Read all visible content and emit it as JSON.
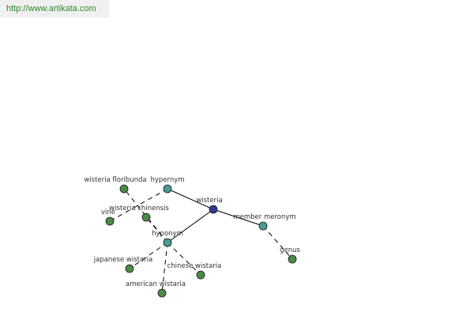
{
  "site_url": "http://www.artikata.com",
  "graph": {
    "center": "wisteria",
    "colors": {
      "center": "#2d3a8c",
      "relation": "#4a9a96",
      "term": "#4a8a45",
      "edge": "#000000",
      "node_stroke": "#1a1a1a"
    },
    "nodes": [
      {
        "id": "wisteria",
        "label": "wisteria",
        "kind": "center"
      },
      {
        "id": "hypernym",
        "label": "hypernym",
        "kind": "relation"
      },
      {
        "id": "hyponym",
        "label": "hyponym",
        "kind": "relation"
      },
      {
        "id": "member_meronym",
        "label": "member meronym",
        "kind": "relation"
      },
      {
        "id": "vine",
        "label": "vine",
        "kind": "term"
      },
      {
        "id": "wisteria_floribunda",
        "label": "wisteria floribunda",
        "kind": "term"
      },
      {
        "id": "wisteria_chinensis",
        "label": "wisteria chinensis",
        "kind": "term"
      },
      {
        "id": "japanese_wistaria",
        "label": "japanese wistaria",
        "kind": "term"
      },
      {
        "id": "chinese_wistaria",
        "label": "chinese wistaria",
        "kind": "term"
      },
      {
        "id": "american_wistaria",
        "label": "american wistaria",
        "kind": "term"
      },
      {
        "id": "genus",
        "label": "genus",
        "kind": "term"
      }
    ],
    "edges": [
      {
        "from": "wisteria",
        "to": "hypernym",
        "style": "solid"
      },
      {
        "from": "wisteria",
        "to": "hyponym",
        "style": "solid"
      },
      {
        "from": "wisteria",
        "to": "member_meronym",
        "style": "solid"
      },
      {
        "from": "hypernym",
        "to": "vine",
        "style": "dashed"
      },
      {
        "from": "hyponym",
        "to": "wisteria_floribunda",
        "style": "dashed"
      },
      {
        "from": "hyponym",
        "to": "wisteria_chinensis",
        "style": "dashed"
      },
      {
        "from": "hyponym",
        "to": "japanese_wistaria",
        "style": "dashed"
      },
      {
        "from": "hyponym",
        "to": "chinese_wistaria",
        "style": "dashed"
      },
      {
        "from": "hyponym",
        "to": "american_wistaria",
        "style": "dashed"
      },
      {
        "from": "member_meronym",
        "to": "genus",
        "style": "dashed"
      }
    ]
  }
}
